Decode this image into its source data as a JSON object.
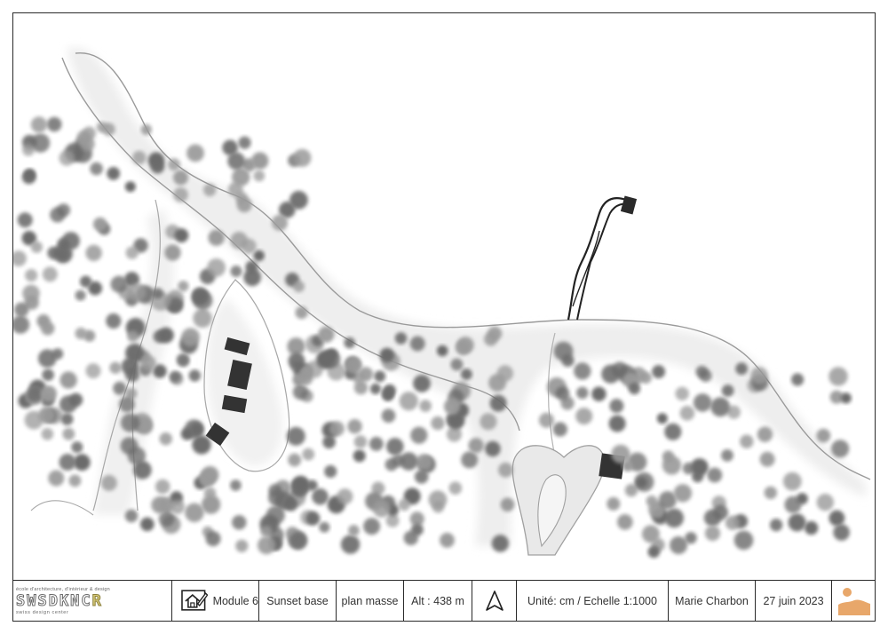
{
  "cartouche": {
    "school": {
      "tagline": "école d'architecture, d'intérieur & design",
      "wordmark_a": "SWSDKNC",
      "wordmark_b": "R",
      "subtitle": "swiss design center"
    },
    "module": "Module 6",
    "project": "Sunset base",
    "drawing_type": "plan masse",
    "altitude": "Alt : 438 m",
    "units_scale": "Unité: cm / Echelle 1:1000",
    "author": "Marie Charbon",
    "date": "27 juin 2023"
  },
  "colors": {
    "frame": "#2a2a2a",
    "building": "#333333",
    "tree_dark": "#6a6a6a",
    "tree_light": "#9a9a9a",
    "ground_wash": "#ececec",
    "brand_orange": "#e8a76a"
  },
  "icons": {
    "module": "house-drawing-icon",
    "north": "north-arrow-icon",
    "brand": "sunset-mountain-logo-icon"
  }
}
